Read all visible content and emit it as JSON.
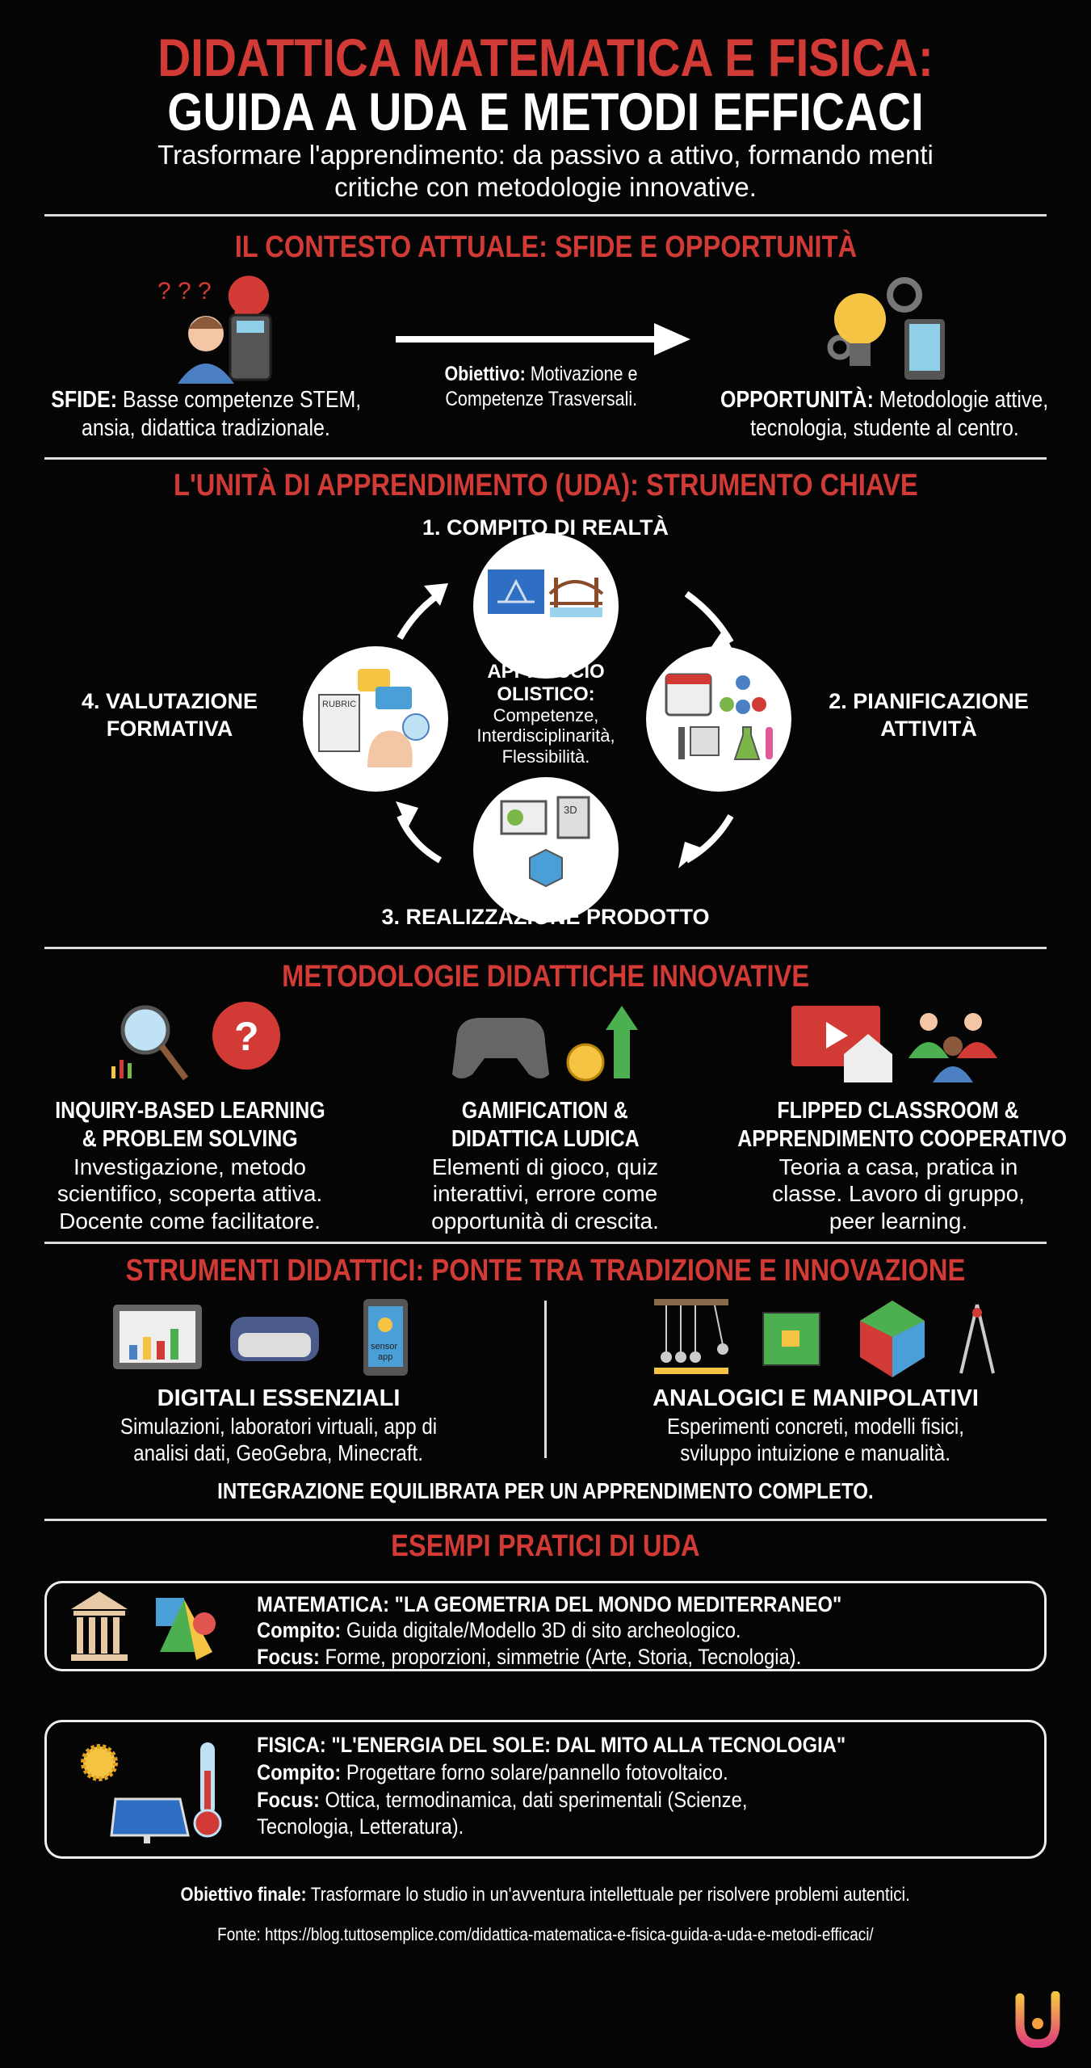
{
  "header": {
    "title_line1": "DIDATTICA MATEMATICA E FISICA:",
    "title_line2": "GUIDA A UDA E METODI EFFICACI",
    "subtitle_line1": "Trasformare l'apprendimento: da passivo a attivo, formando menti",
    "subtitle_line2": "critiche con metodologie innovative."
  },
  "context": {
    "heading": "IL CONTESTO ATTUALE: SFIDE E OPPORTUNITÀ",
    "challenges": {
      "label": "SFIDE:",
      "text1": " Basse competenze STEM,",
      "text2": "ansia, didattica tradizionale."
    },
    "goal": {
      "label": "Obiettivo:",
      "text1": " Motivazione e",
      "text2": "Competenze Trasversali."
    },
    "opportunities": {
      "label": "OPPORTUNITÀ:",
      "text1": " Metodologie attive,",
      "text2": "tecnologia, studente al centro."
    }
  },
  "uda": {
    "heading": "L'UNITÀ DI APPRENDIMENTO (UDA): STRUMENTO CHIAVE",
    "steps": [
      "1. COMPITO DI REALTÀ",
      "2. PIANIFICAZIONE",
      "ATTIVITÀ",
      "3. REALIZZAZIONE PRODOTTO",
      "4. VALUTAZIONE",
      "FORMATIVA"
    ],
    "rubric_label": "RUBRIC",
    "doc_label": "3D",
    "center": {
      "title1": "APPROCCIO",
      "title2": "OLISTICO:",
      "l1": "Competenze,",
      "l2": "Interdisciplinarità,",
      "l3": "Flessibilità."
    }
  },
  "methods": {
    "heading": "METODOLOGIE DIDATTICHE INNOVATIVE",
    "items": [
      {
        "t1": "INQUIRY-BASED LEARNING",
        "t2": "& PROBLEM SOLVING",
        "d1": "Investigazione, metodo",
        "d2": "scientifico, scoperta attiva.",
        "d3": "Docente come facilitatore."
      },
      {
        "t1": "GAMIFICATION &",
        "t2": "DIDATTICA LUDICA",
        "d1": "Elementi di gioco, quiz",
        "d2": "interattivi, errore come",
        "d3": "opportunità di crescita."
      },
      {
        "t1": "FLIPPED CLASSROOM &",
        "t2": "APPRENDIMENTO COOPERATIVO",
        "d1": "Teoria a casa, pratica in",
        "d2": "classe. Lavoro di gruppo,",
        "d3": "peer learning."
      }
    ]
  },
  "tools": {
    "heading": "STRUMENTI DIDATTICI: PONTE TRA TRADIZIONE E INNOVAZIONE",
    "digital": {
      "title": "DIGITALI ESSENZIALI",
      "d1": "Simulazioni, laboratori virtuali, app di",
      "d2": "analisi dati, GeoGebra, Minecraft.",
      "app_label1": "sensor",
      "app_label2": "app"
    },
    "analog": {
      "title": "ANALOGICI E MANIPOLATIVI",
      "d1": "Esperimenti concreti, modelli fisici,",
      "d2": "sviluppo intuizione e manualità."
    },
    "conclusion": "INTEGRAZIONE EQUILIBRATA PER UN APPRENDIMENTO COMPLETO."
  },
  "examples": {
    "heading": "ESEMPI PRATICI DI UDA",
    "items": [
      {
        "title": "MATEMATICA: \"LA GEOMETRIA DEL MONDO MEDITERRANEO\"",
        "task_label": "Compito:",
        "task": " Guida digitale/Modello 3D di sito archeologico.",
        "focus_label": "Focus:",
        "focus1": " Forme, proporzioni, simmetrie (Arte, Storia, Tecnologia).",
        "focus2": ""
      },
      {
        "title": "FISICA: \"L'ENERGIA DEL SOLE: DAL MITO ALLA TECNOLOGIA\"",
        "task_label": "Compito:",
        "task": " Progettare forno solare/pannello fotovoltaico.",
        "focus_label": "Focus:",
        "focus1": " Ottica, termodinamica, dati sperimentali (Scienze,",
        "focus2": "Tecnologia, Letteratura)."
      }
    ]
  },
  "footer": {
    "goal_label": "Obiettivo finale:",
    "goal": " Trasformare lo studio in un'avventura intellettuale per risolvere problemi autentici.",
    "source": "Fonte: https://blog.tuttosemplice.com/didattica-matematica-e-fisica-guida-a-uda-e-metodi-efficaci/",
    "logo_name": "tuttosemplice-logo"
  },
  "colors": {
    "accent": "#d23a36",
    "background": "#050505",
    "text": "#ffffff"
  }
}
